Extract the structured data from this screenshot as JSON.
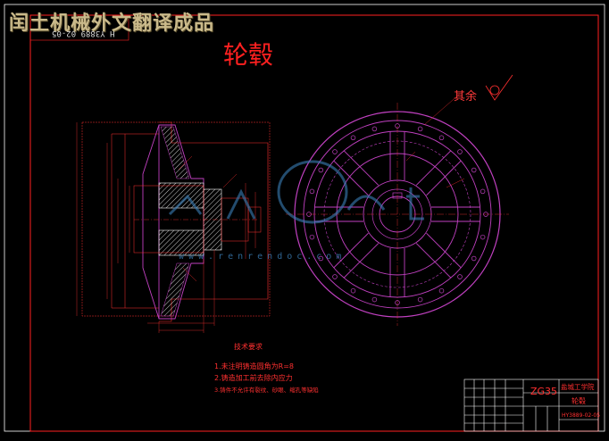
{
  "banner": "闰土机械外文翻译成品",
  "drawing_code_rotated": "H Y3889 02-05",
  "title": "轮毂",
  "surface_note": "其余",
  "technical_notes": {
    "title": "技术要求",
    "items": [
      "1.未注明铸造圆角为R=8",
      "2.铸造加工前去除内应力",
      "3.铸件不允许有裂纹、砂眼、缩孔等缺陷"
    ]
  },
  "title_block": {
    "material": "ZG35",
    "school": "盐城工学院",
    "part_name": "轮毂",
    "drawing_number": "HY3889-02-05"
  },
  "watermark": "www.renrendoc.com",
  "colors": {
    "background": "#000000",
    "frame": "#ff2020",
    "outline": "#c040c0",
    "dimension": "#ff3030",
    "hatch": "#ffffff",
    "watermark": "#3b7fb8"
  }
}
